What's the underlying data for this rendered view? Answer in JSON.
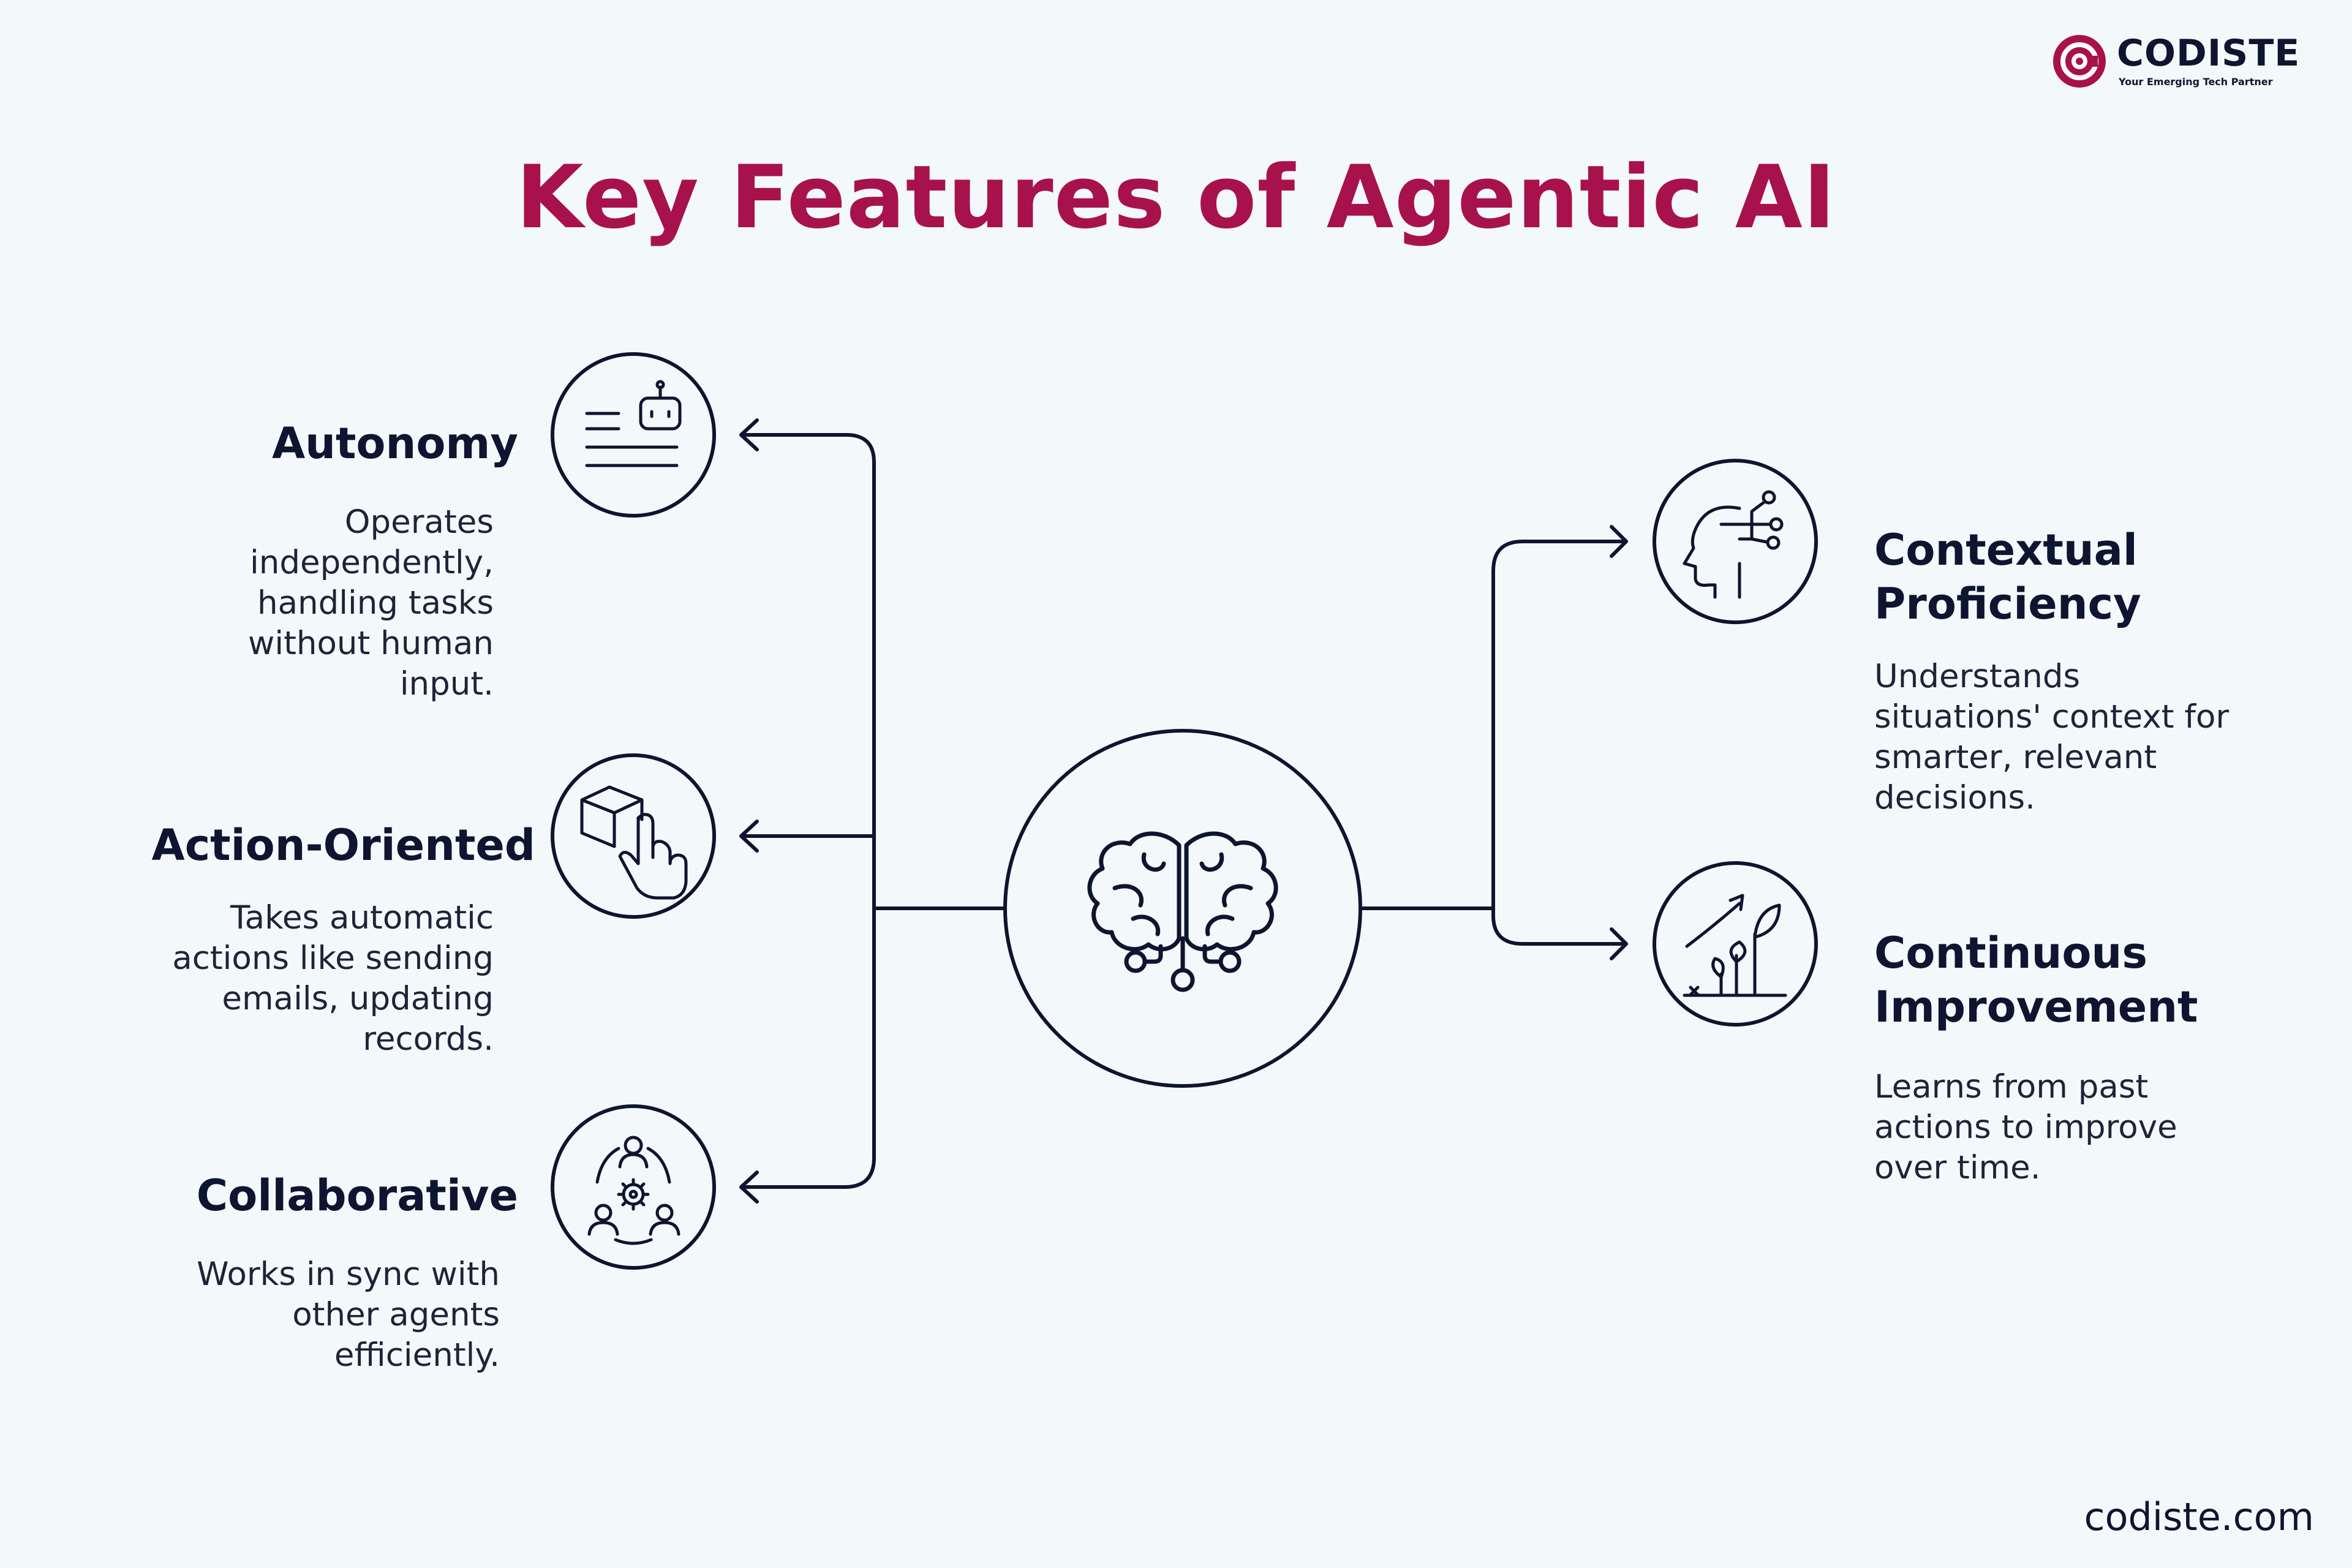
{
  "brand": {
    "name": "CODISTE",
    "tagline": "Your Emerging Tech Partner",
    "website": "codiste.com",
    "accent_color": "#a8124a",
    "text_color": "#0d1530",
    "background_color": "#f3f8fb"
  },
  "title": "Key Features of Agentic AI",
  "center": {
    "icon": "brain-circuit-icon"
  },
  "features": [
    {
      "side": "left",
      "heading": "Autonomy",
      "description": "Operates independently, handling tasks without human input.",
      "icon": "robot-document-icon"
    },
    {
      "side": "left",
      "heading": "Action-Oriented",
      "description": "Takes automatic actions like sending emails, updating records.",
      "icon": "hand-tap-box-icon"
    },
    {
      "side": "left",
      "heading": "Collaborative",
      "description": "Works in sync with other agents efficiently.",
      "icon": "team-gear-icon"
    },
    {
      "side": "right",
      "heading_lines": [
        "Contextual",
        "Proficiency"
      ],
      "description": "Understands situations' context for smarter, relevant decisions.",
      "icon": "head-circuit-icon"
    },
    {
      "side": "right",
      "heading_lines": [
        "Continuous",
        "Improvement"
      ],
      "description": "Learns from past actions to improve over time.",
      "icon": "growth-plant-icon"
    }
  ]
}
